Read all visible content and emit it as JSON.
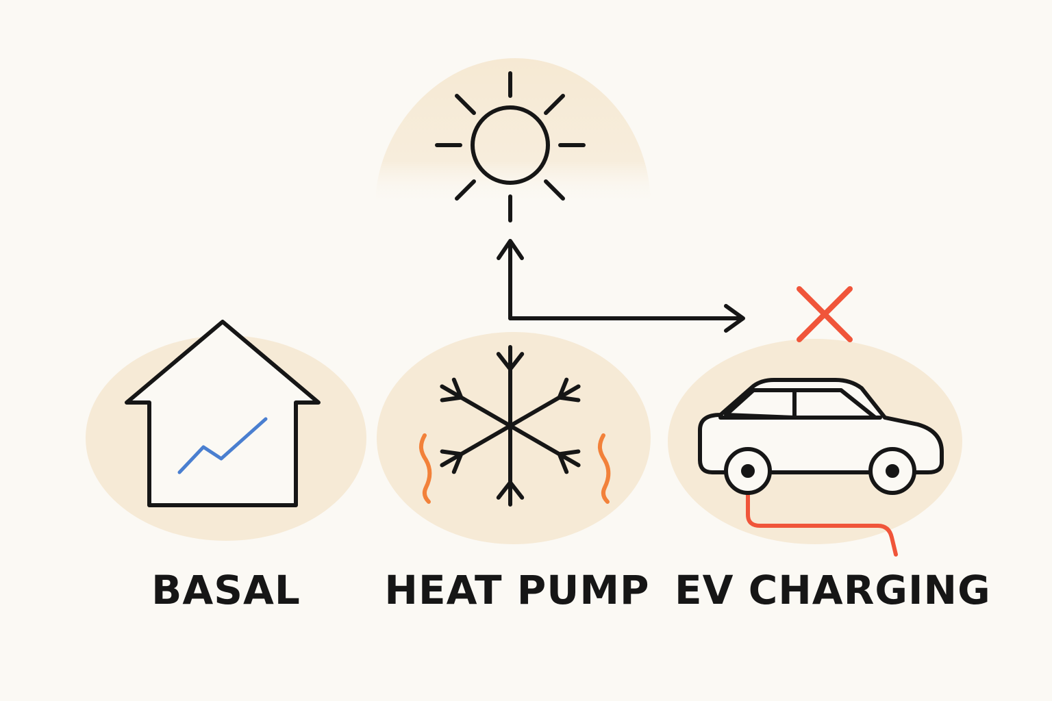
{
  "colors": {
    "background": "#fbf9f4",
    "blob": "#f6ead6",
    "stroke": "#161616",
    "trend_line": "#4a7fd0",
    "heat_wave": "#f2813a",
    "cross": "#f0553a",
    "cable": "#f0553a"
  },
  "nodes": [
    {
      "id": "basal",
      "label": "BASAL",
      "icon": "house-with-rising-line-icon"
    },
    {
      "id": "heat_pump",
      "label": "HEAT PUMP",
      "icon": "snowflake-icon"
    },
    {
      "id": "ev_charging",
      "label": "EV CHARGING",
      "icon": "plugged-car-icon"
    }
  ],
  "source": {
    "icon": "sun-icon"
  },
  "connectors": [
    {
      "from": "heat_pump",
      "to": "sun",
      "type": "arrow-up"
    },
    {
      "from": "heat_pump",
      "to": "ev_charging",
      "type": "arrow-right"
    }
  ],
  "status_marks": [
    {
      "target": "ev_charging",
      "icon": "red-x-icon"
    }
  ]
}
